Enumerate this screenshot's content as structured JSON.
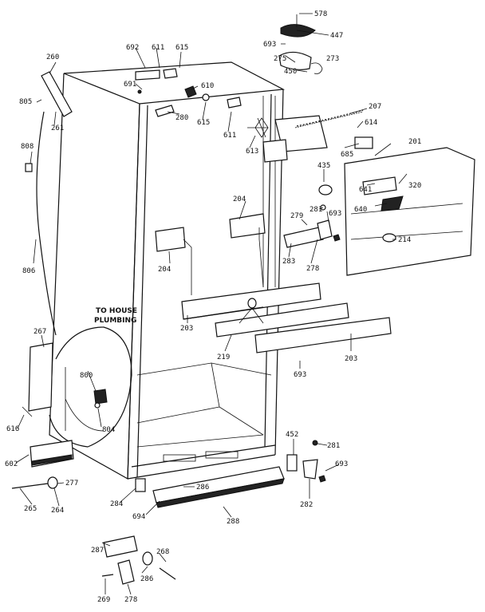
{
  "labels": {
    "l578": "578",
    "l447": "447",
    "l693a": "693",
    "l275": "275",
    "l273": "273",
    "l450": "450",
    "l207": "207",
    "l614": "614",
    "l685": "685",
    "l201": "201",
    "l641": "641",
    "l320": "320",
    "l640": "640",
    "l214": "214",
    "l435": "435",
    "l281a": "281",
    "l693b": "693",
    "l279": "279",
    "l283": "283",
    "l278a": "278",
    "l204a": "204",
    "l204b": "204",
    "l203a": "203",
    "l203b": "203",
    "l219": "219",
    "l693c": "693",
    "l260": "260",
    "l805": "805",
    "l261": "261",
    "l808": "808",
    "l806": "806",
    "l692": "692",
    "l611a": "611",
    "l615a": "615",
    "l691": "691",
    "l610": "610",
    "l280": "280",
    "l615b": "615",
    "l611b": "611",
    "l613": "613",
    "l267": "267",
    "l800": "800",
    "l804": "804",
    "l616": "616",
    "l602": "602",
    "l277": "277",
    "l265": "265",
    "l264": "264",
    "l284": "284",
    "l694": "694",
    "l286a": "286",
    "l288": "288",
    "l452": "452",
    "l281b": "281",
    "l693d": "693",
    "l282": "282",
    "l287": "287",
    "l268": "268",
    "l286b": "286",
    "l269": "269",
    "l278b": "278"
  },
  "note": {
    "line1": "TO HOUSE",
    "line2": "PLUMBING"
  }
}
